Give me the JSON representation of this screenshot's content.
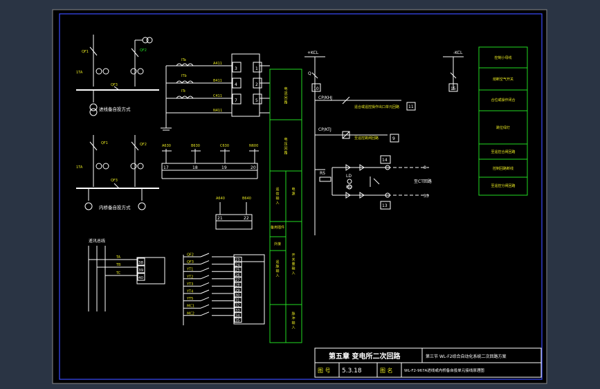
{
  "colors": {
    "frame_bg": "#000000",
    "outer_bg": "#2a3444",
    "line": "#ffffff",
    "accent_green": "#22dd22",
    "accent_yellow": "#e8e822",
    "accent_red": "#ff3333",
    "accent_blue": "#3b4cff"
  },
  "top_left": {
    "labels_row1": [
      "QF1",
      "QF2",
      "QF3",
      "1TA"
    ],
    "caption1": "进线备自投方式",
    "labels_row2": [
      "QF1",
      "QF2",
      "QF3",
      "1TA"
    ],
    "caption2": "内桥备自投方式"
  },
  "current_inputs": {
    "names": [
      "ITa",
      "ITb",
      "ITc"
    ],
    "terminals": [
      "A411",
      "B411",
      "C411",
      "N411"
    ],
    "left_numbers": [
      "3",
      "4",
      "7"
    ],
    "right_numbers": [
      "1",
      "2",
      "5"
    ]
  },
  "voltage_inputs": {
    "top_labels": [
      "A630",
      "B630",
      "C630",
      "N600"
    ],
    "bottom_numbers": [
      "17",
      "18",
      "19",
      "20"
    ]
  },
  "small_box": {
    "top_labels": [
      "A640",
      "B640"
    ],
    "bottom_numbers": [
      "21",
      "22"
    ]
  },
  "binary_section": {
    "title": "遥讯总线",
    "bus_labels": [
      "TA",
      "TB",
      "TC"
    ],
    "bus_numbers": [
      "38",
      "39",
      "40"
    ],
    "switch_labels": [
      "QF2",
      "QF3",
      "YT1",
      "YT2",
      "YT3",
      "YT4",
      "YT5",
      "MC1",
      "MC2"
    ],
    "switch_numbers": [
      "23",
      "24",
      "25",
      "26",
      "27",
      "28",
      "29",
      "30",
      "31",
      "32",
      "33",
      "34",
      "35"
    ]
  },
  "middle_column": {
    "cells": [
      "电流回路",
      "电压回路",
      "遥信输入",
      "电源",
      "备用插件",
      "外接",
      "开关量输入",
      "遥脉输入",
      "脉冲输入"
    ]
  },
  "control_circuit": {
    "plus_bus": "+KCL",
    "minus_bus": "-KCL",
    "relay1": "CP/KHJ",
    "relay1_desc": "遥合或遥控操作出口单元回路",
    "relay1_num": "11",
    "relay2": "CP/KTJ",
    "relay2_desc": "至遥控跳闸回路",
    "relay2_num": "9",
    "labels": [
      "Q",
      "10",
      "RS",
      "LD",
      "HD",
      "8",
      "33"
    ],
    "right_label": "至CT回路",
    "nums": [
      "14",
      "13",
      "15"
    ]
  },
  "right_legend": {
    "items": [
      "控制小母线",
      "熔断空气开关",
      "合位或操作闭合",
      "跳位绿灯",
      "至遥控合闸回路",
      "控制回路断线",
      "至遥控分闸回路"
    ]
  },
  "title_block": {
    "chapter": "第五章 变电所二次回路",
    "section": "第三节 WL-F2综合自动化系统二次回路方案",
    "fig_label": "图 号",
    "fig_no": "5.3.18",
    "name_label": "图 名",
    "name_value": "WL-F2-967A进线或内桥备自投单元接线原理图"
  }
}
